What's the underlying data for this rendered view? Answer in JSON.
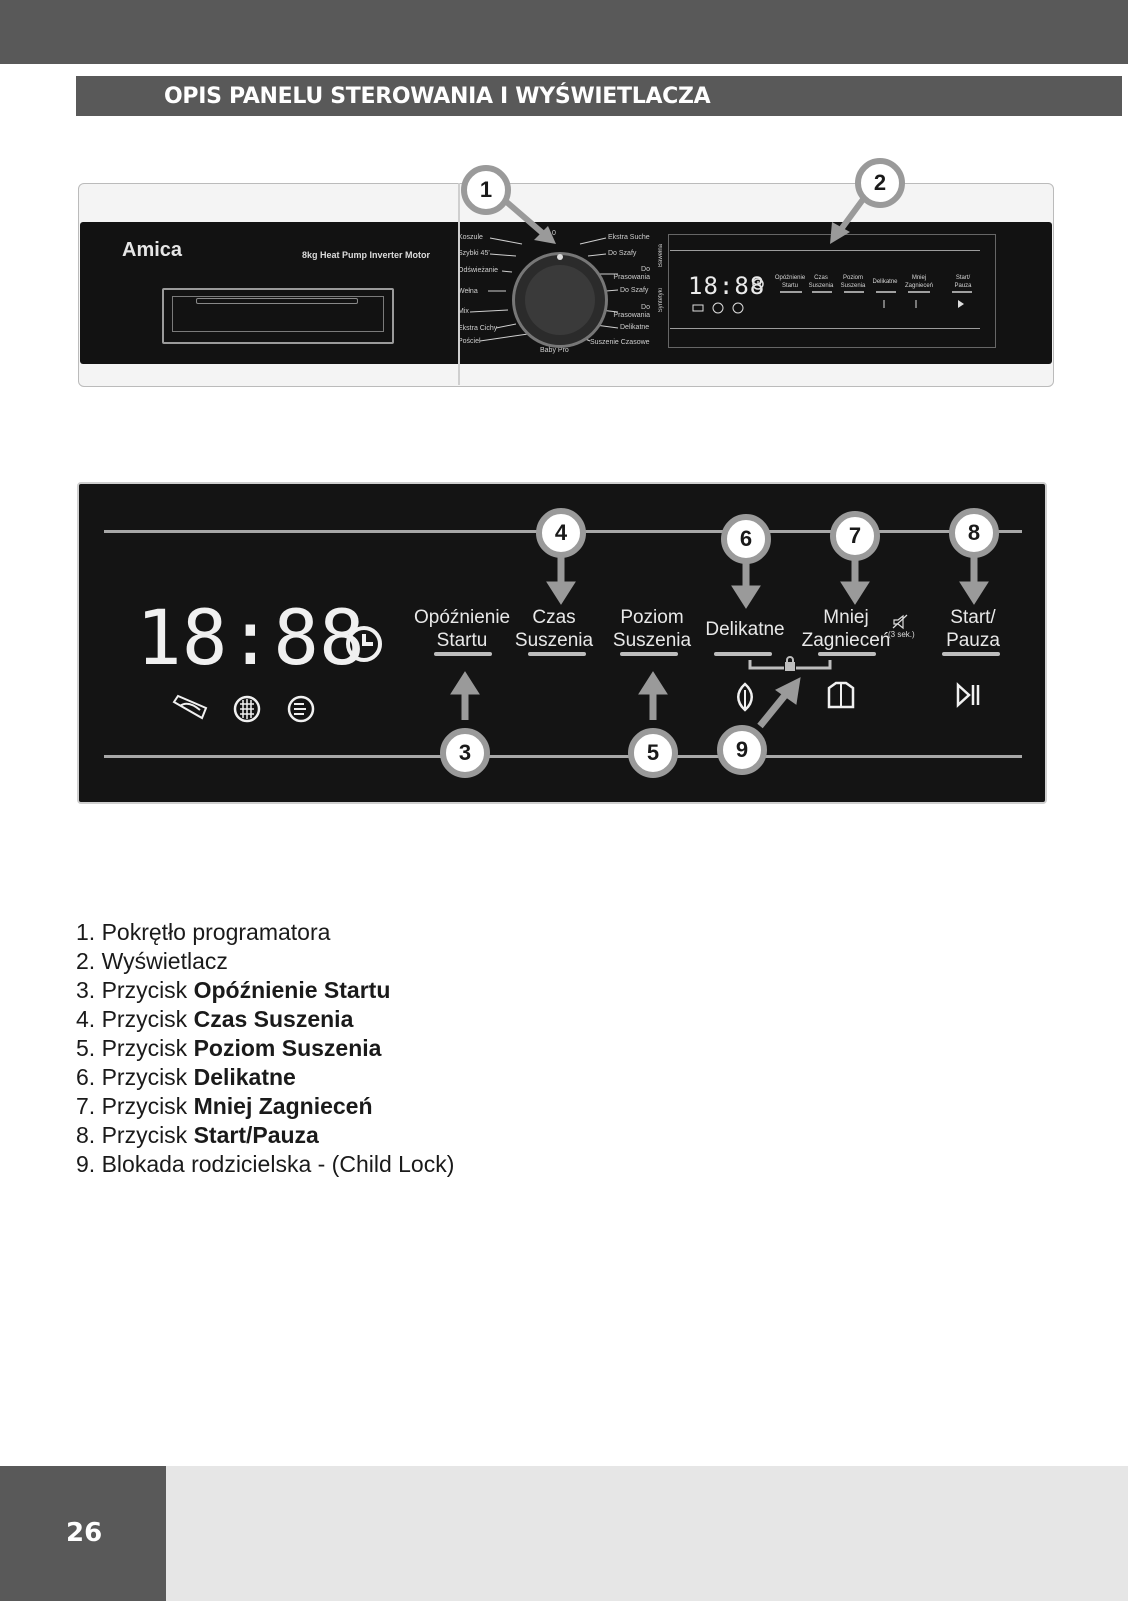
{
  "header": {
    "title": "OPIS PANELU STEROWANIA I WYŚWIETLACZA"
  },
  "panel": {
    "brand": "Amica",
    "model": "8kg  Heat Pump  Inverter Motor",
    "dial_zero": "0",
    "programs_left": [
      "Koszule",
      "Szybki 45'",
      "Odświeżanie",
      "Wełna",
      "Mix",
      "Ekstra Cichy",
      "Pościel"
    ],
    "programs_right": [
      "Ekstra Suche",
      "Do Szafy",
      "Do Prasowania",
      "Do Szafy",
      "Do Prasowania",
      "Delikatne",
      "Suszenie Czasowe"
    ],
    "program_bottom": "Baby Pro",
    "side_label_top": "Bawełna",
    "side_label_bottom": "Syntetyki",
    "mini_digits": "18:88",
    "mini_labels": [
      "Opóźnienie Startu",
      "Czas Suszenia",
      "Poziom Suszenia",
      "Delikatne",
      "Mniej Zagnieceń",
      "Start/ Pauza"
    ]
  },
  "display": {
    "digits": "18:88",
    "buttons": [
      {
        "line1": "Opóźnienie",
        "line2": "Startu"
      },
      {
        "line1": "Czas",
        "line2": "Suszenia"
      },
      {
        "line1": "Poziom",
        "line2": "Suszenia"
      },
      {
        "line1": "Delikatne",
        "line2": ""
      },
      {
        "line1": "Mniej",
        "line2": "Zagnieceń"
      },
      {
        "line1": "Start/",
        "line2": "Pauza"
      }
    ],
    "sound_note": "(3 sek.)"
  },
  "callouts": [
    "1",
    "2",
    "3",
    "4",
    "5",
    "6",
    "7",
    "8",
    "9"
  ],
  "legend": [
    {
      "prefix": "1. Pokrętło programatora",
      "bold": ""
    },
    {
      "prefix": "2. Wyświetlacz",
      "bold": ""
    },
    {
      "prefix": "3. Przycisk ",
      "bold": "Opóźnienie Startu"
    },
    {
      "prefix": "4. Przycisk ",
      "bold": "Czas Suszenia"
    },
    {
      "prefix": "5. Przycisk ",
      "bold": "Poziom Suszenia"
    },
    {
      "prefix": "6. Przycisk ",
      "bold": "Delikatne"
    },
    {
      "prefix": "7. Przycisk ",
      "bold": "Mniej Zagnieceń"
    },
    {
      "prefix": "8. Przycisk ",
      "bold": "Start/Pauza"
    },
    {
      "prefix": "9. Blokada rodzicielska - (Child Lock)",
      "bold": ""
    }
  ],
  "footer": {
    "page_number": "26"
  }
}
